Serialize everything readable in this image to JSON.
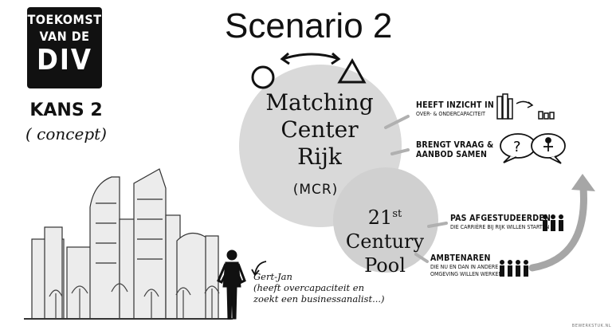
{
  "slide": {
    "title": "Scenario 2",
    "logo": {
      "line1": "TOEKOMST",
      "line2": "VAN DE",
      "line3": "DIV"
    },
    "kans": "KANS 2",
    "concept": "( concept)"
  },
  "mcr": {
    "line1": "Matching",
    "line2": "Center",
    "line3": "Rijk",
    "abbr": "(MCR)"
  },
  "pool": {
    "line1": "21st Century",
    "line2": "Pool"
  },
  "notes": [
    {
      "big1": "HEEFT INZICHT IN",
      "small": "OVER- & ONDERCAPACITEIT"
    },
    {
      "big1": "BRENGT VRAAG &",
      "big2": "AANBOD SAMEN"
    },
    {
      "big1": "PAS AFGESTUDEERDEN",
      "small": "DIE CARRIÈRE BIJ RIJK WILLEN STARTEN"
    },
    {
      "big1": "AMBTENAREN",
      "small1": "DIE NU EN DAN IN ANDERE",
      "small2": "OMGEVING WILLEN WERKEN"
    }
  ],
  "gertjan": {
    "line1": "Gert-Jan",
    "line2": "(heeft overcapaciteit en",
    "line3": "zoekt een businessanalist...)"
  },
  "speech": {
    "question": "?"
  },
  "credit": "BEWERKSTUK.NL",
  "colors": {
    "circle_fill": "#d9d9d9",
    "ink": "#111111",
    "arrow_gray": "#a6a6a6"
  },
  "icons": [
    "circle-icon",
    "double-arrow-icon",
    "triangle-icon",
    "books-icon",
    "speech-bubbles-icon",
    "people-icon",
    "curved-arrow-icon",
    "skyline-illustration",
    "person-figure"
  ]
}
